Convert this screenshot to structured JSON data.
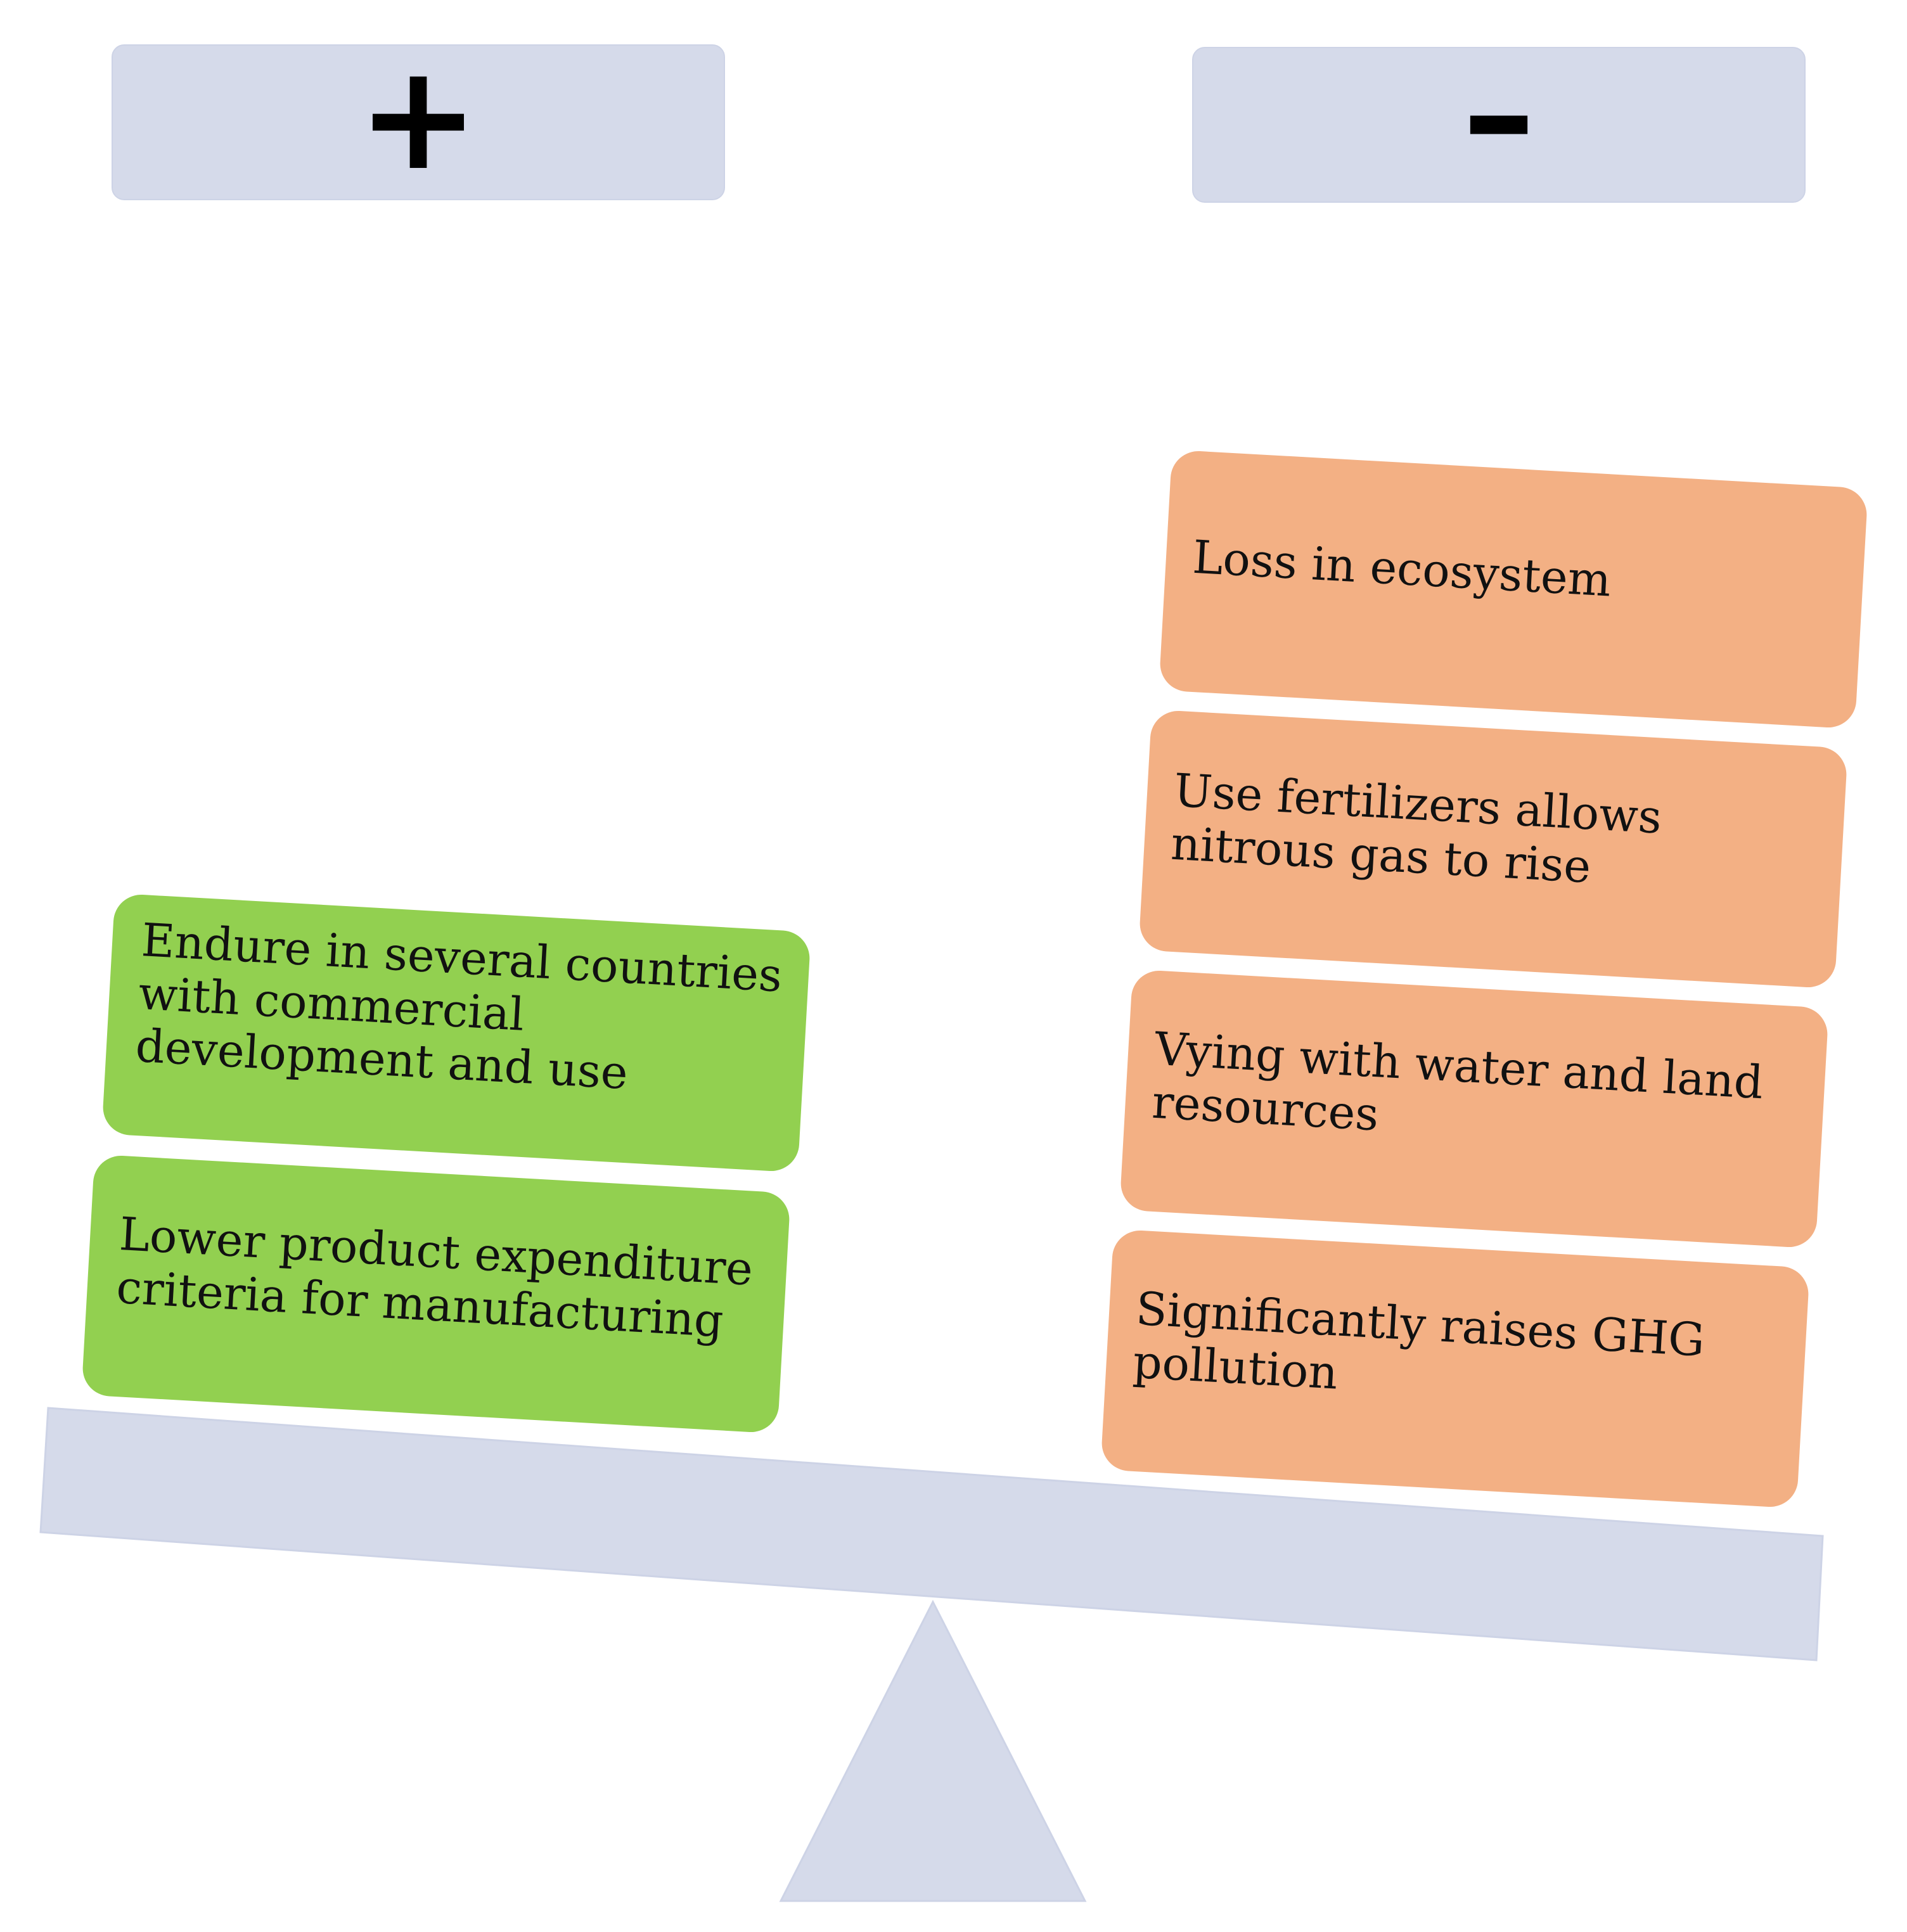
{
  "headers": {
    "positive": "+",
    "negative": "–"
  },
  "pros": [
    "Endure in several countries\nwith commercial\ndevelopment and use",
    "Lower product expenditure\ncriteria for manufacturing"
  ],
  "cons": [
    "Loss in ecosystem",
    "Use fertilizers allows\nnitrous gas to rise",
    "Vying with water and land\nresources",
    "Significantly raises GHG\npollution"
  ],
  "colors": {
    "header_fill": "#d5daea",
    "pro_fill": "#92d050",
    "con_fill": "#f3b084",
    "scale_fill": "#d5daea"
  }
}
